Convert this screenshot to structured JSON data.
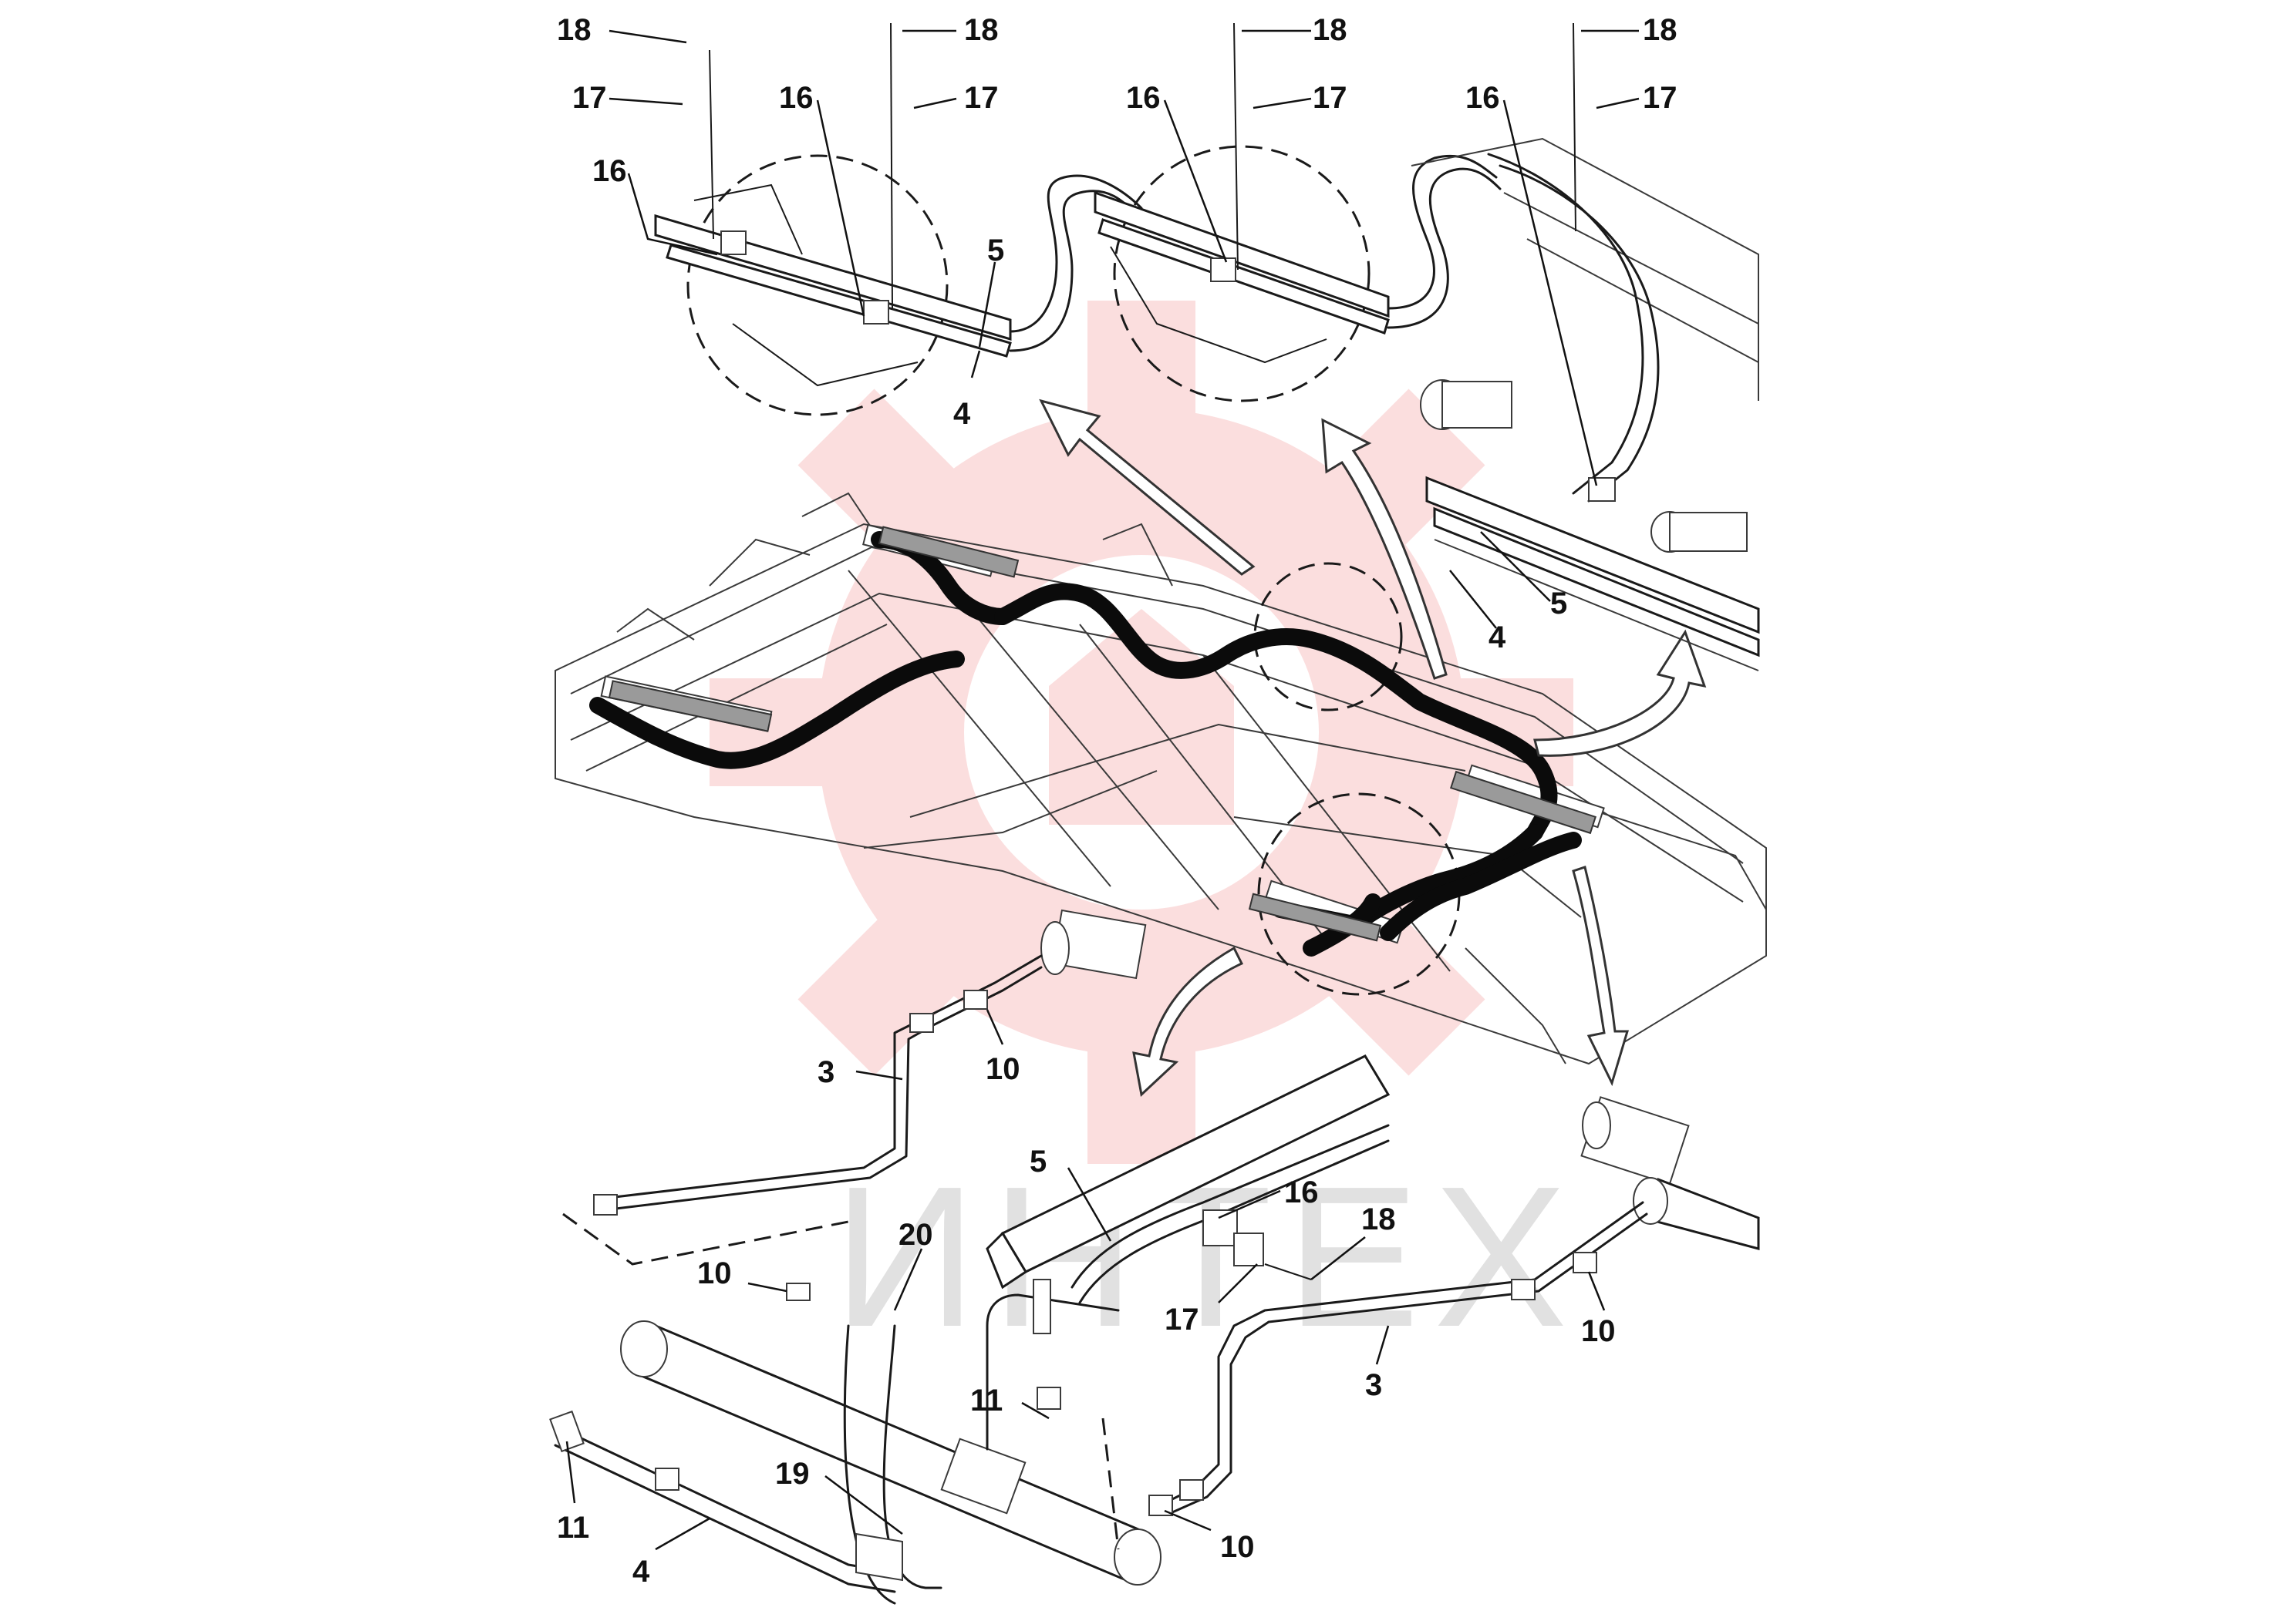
{
  "watermark": {
    "logo": "gear-logo",
    "text": "ИНТЕХ",
    "color": "#f4a0a0"
  },
  "hose_color": "#0b0b0b",
  "callouts": {
    "c18a": "18",
    "c17a": "17",
    "c16a": "16",
    "c18b": "18",
    "c16b": "16",
    "c17b": "17",
    "c18c": "18",
    "c16c": "16",
    "c17c": "17",
    "c18d": "18",
    "c16d": "16",
    "c17d": "17",
    "c5a": "5",
    "c4a": "4",
    "c5b": "5",
    "c4b": "4",
    "c3a": "3",
    "c10a": "10",
    "c5c": "5",
    "c16e": "16",
    "c18e": "18",
    "c17e": "17",
    "c20": "20",
    "c10b": "10",
    "c11a": "11",
    "c3b": "3",
    "c10c": "10",
    "c19": "19",
    "c11b": "11",
    "c4c": "4",
    "c10d": "10"
  }
}
